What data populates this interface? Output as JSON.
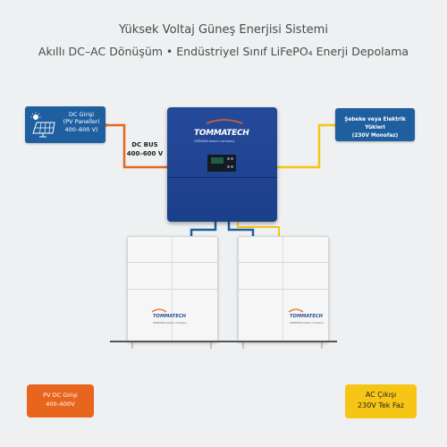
{
  "header": {
    "title": "Yüksek Voltaj Güneş Enerjisi Sistemi",
    "subtitle": "Akıllı DC–AC Dönüşüm • Endüstriyel Sınıf LiFePO₄ Enerji Depolama"
  },
  "pv_input": {
    "line1": "DC Girişi",
    "line2": "(PV Panelleri",
    "line3": "400–600 V)",
    "icon": "solar-panel-icon"
  },
  "dc_bus": {
    "line1": "DC BUS",
    "line2": "400–600 V"
  },
  "inverter": {
    "brand": "TOMMATECH",
    "subtitle": "GERMAN based company",
    "icon": "display-screen-icon"
  },
  "grid_load": {
    "line1": "Şebeke veya Elektrik Yükleri",
    "line2": "(230V Monofaz)"
  },
  "batteries": [
    {
      "brand": "TOMMATECH",
      "subtitle": "GERMAN based company"
    },
    {
      "brand": "TOMMATECH",
      "subtitle": "GERMAN based company"
    }
  ],
  "legend": {
    "pv": {
      "line1": "PV DC Girişi",
      "line2": "400–600V"
    },
    "ac": {
      "line1": "AC Çıkışı",
      "line2": "230V Tek Faz"
    }
  },
  "colors": {
    "dc_wire": "#e8651e",
    "ac_wire": "#f7c516",
    "battery_wire": "#1f5fa0",
    "box_blue": "#1f5fa0",
    "inverter_blue": "#254a9a"
  }
}
